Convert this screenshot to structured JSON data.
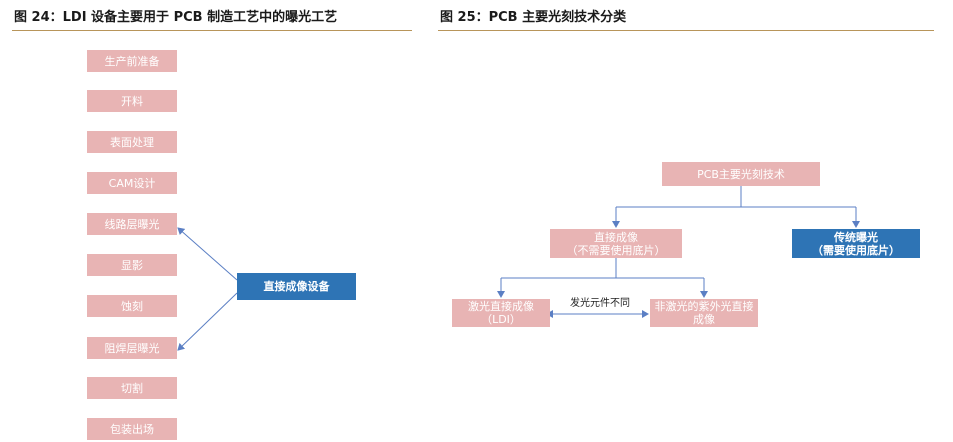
{
  "figure24": {
    "title": "图 24：LDI 设备主要用于 PCB 制造工艺中的曝光工艺",
    "steps": [
      "生产前准备",
      "开料",
      "表面处理",
      "CAM设计",
      "线路层曝光",
      "显影",
      "蚀刻",
      "阻焊层曝光",
      "切割",
      "包装出场"
    ],
    "device_label": "直接成像设备"
  },
  "figure25": {
    "title": "图 25：PCB 主要光刻技术分类",
    "root": "PCB主要光刻技术",
    "direct_imaging": {
      "line1": "直接成像",
      "line2": "（不需要使用底片）"
    },
    "traditional": {
      "line1": "传统曝光",
      "line2": "（需要使用底片）"
    },
    "laser": {
      "line1": "激光直接成像",
      "line2": "（LDI）"
    },
    "non_laser": {
      "line1": "非激光的紫外光直接",
      "line2": "成像"
    },
    "difference_note": "发光元件不同"
  },
  "colors": {
    "pink": "#e8b4b4",
    "blue": "#2e74b5",
    "rule": "#b8955a",
    "arrow": "#5b7fc4"
  }
}
